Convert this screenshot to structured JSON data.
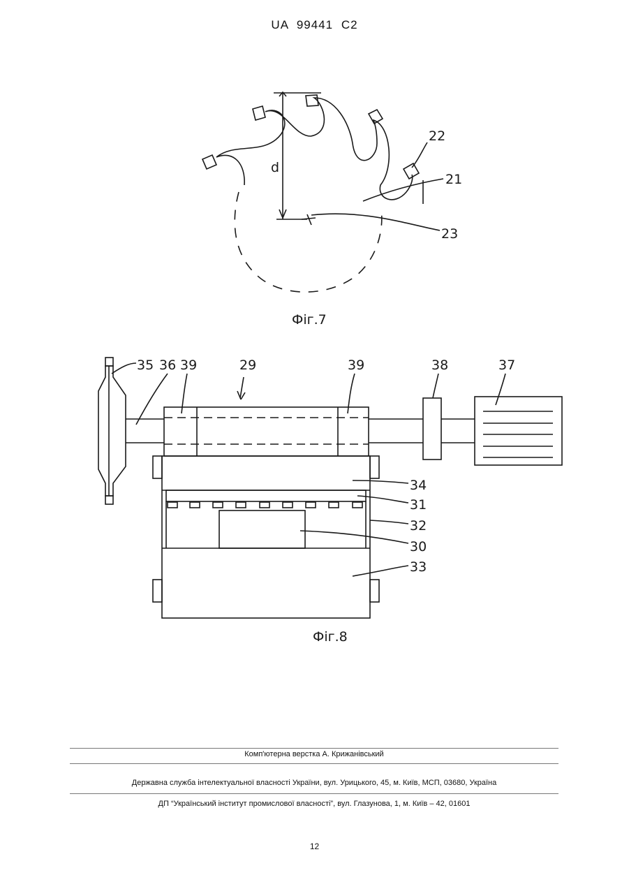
{
  "header": {
    "patent": "UA   99441   C2"
  },
  "fig7": {
    "caption": "Фіг.7",
    "labels": {
      "d": "d",
      "l22": "22",
      "l21": "21",
      "l23": "23"
    }
  },
  "fig8": {
    "caption": "Фіг.8",
    "labels": {
      "l35": "35",
      "l36": "36",
      "l39a": "39",
      "l29": "29",
      "l39b": "39",
      "l38": "38",
      "l37": "37",
      "l34": "34",
      "l31": "31",
      "l32": "32",
      "l30": "30",
      "l33": "33"
    }
  },
  "footer": {
    "composer": "Комп'ютерна верстка А. Крижанівський",
    "agency": "Державна служба інтелектуальної власності України, вул. Урицького, 45, м. Київ, МСП, 03680, Україна",
    "institute": "ДП “Український інститут промислової власності”, вул. Глазунова, 1, м. Київ – 42, 01601"
  },
  "page_number": "12"
}
